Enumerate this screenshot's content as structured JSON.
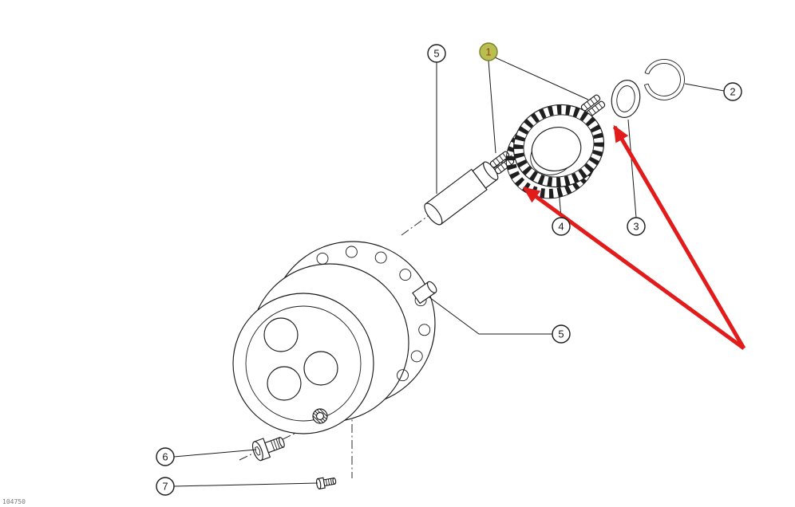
{
  "drawing": {
    "corner_code": "104750"
  },
  "colors": {
    "background": "#ffffff",
    "line": "#1a1a1a",
    "arrow": "#e21b1b",
    "callout_fill": "#ffffff",
    "callout_stroke": "#1a1a1a",
    "callout_text": "#1a1a1a",
    "highlight_fill": "#b8bf50",
    "highlight_stroke": "#78802e",
    "highlight_text": "#a03c20"
  },
  "callouts": {
    "c1": {
      "label": "1",
      "highlighted": true
    },
    "c2": {
      "label": "2",
      "highlighted": false
    },
    "c3": {
      "label": "3",
      "highlighted": false
    },
    "c4": {
      "label": "4",
      "highlighted": false
    },
    "c5a": {
      "label": "5",
      "highlighted": false
    },
    "c5b": {
      "label": "5",
      "highlighted": false
    },
    "c6": {
      "label": "6",
      "highlighted": false
    },
    "c7": {
      "label": "7",
      "highlighted": false
    }
  }
}
